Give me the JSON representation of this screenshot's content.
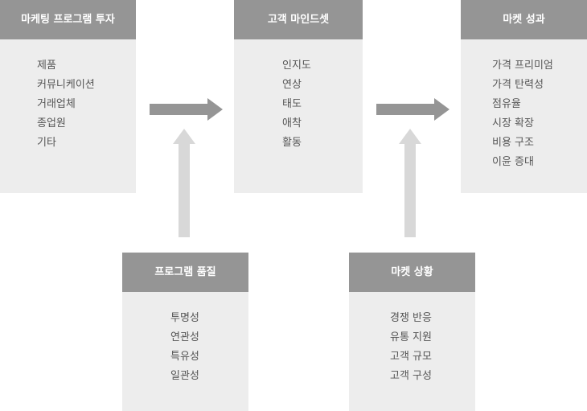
{
  "boxes": {
    "marketing_investment": {
      "title": "마케팅 프로그램 투자",
      "items": [
        "제품",
        "커뮤니케이션",
        "거래업체",
        "종업원",
        "기타"
      ]
    },
    "customer_mindset": {
      "title": "고객 마인드셋",
      "items": [
        "인지도",
        "연상",
        "태도",
        "애착",
        "활동"
      ]
    },
    "market_performance": {
      "title": "마켓 성과",
      "items": [
        "가격 프리미엄",
        "가격 탄력성",
        "점유율",
        "시장 확장",
        "비용 구조",
        "이윤 증대"
      ]
    },
    "program_quality": {
      "title": "프로그램 품질",
      "items": [
        "투명성",
        "연관성",
        "특유성",
        "일관성"
      ]
    },
    "market_conditions": {
      "title": "마켓 상황",
      "items": [
        "경쟁 반응",
        "유통 지원",
        "고객 규모",
        "고객 구성"
      ]
    }
  },
  "colors": {
    "header_bg": "#959595",
    "box_bg": "#ededed",
    "arrow_dark": "#959595",
    "arrow_light": "#d8d8d8",
    "item_text": "#555555"
  }
}
